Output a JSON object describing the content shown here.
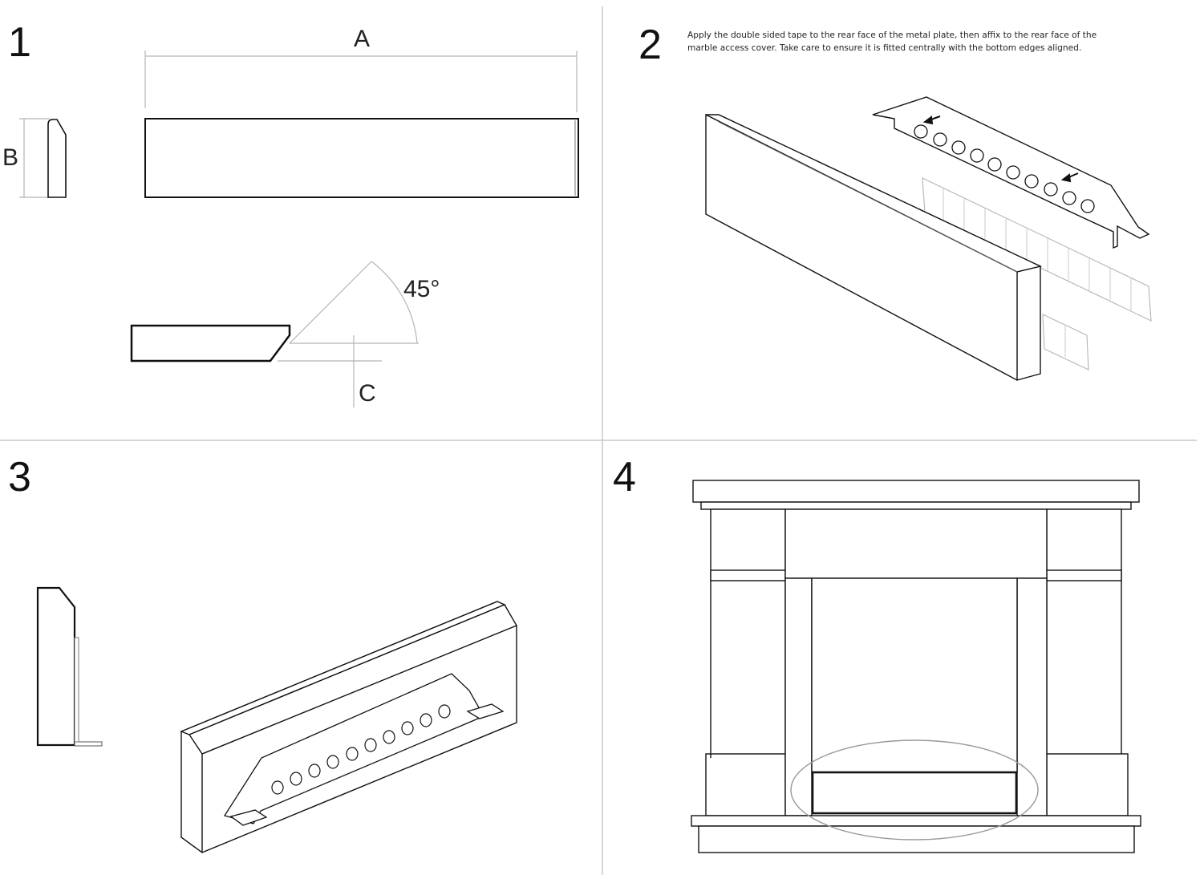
{
  "steps": [
    {
      "number": "1",
      "labels": {
        "a": "A",
        "b": "B",
        "c": "C",
        "angle": "45°"
      }
    },
    {
      "number": "2",
      "instruction_lines": [
        "Apply the double sided tape to the rear face of the metal plate, then affix to the rear face of the",
        "marble access cover. Take care to ensure it is fitted centrally with the bottom edges aligned."
      ]
    },
    {
      "number": "3"
    },
    {
      "number": "4"
    }
  ],
  "colors": {
    "line": "#111111",
    "guide": "#b5b5b5",
    "divider": "#c8c8c8"
  }
}
